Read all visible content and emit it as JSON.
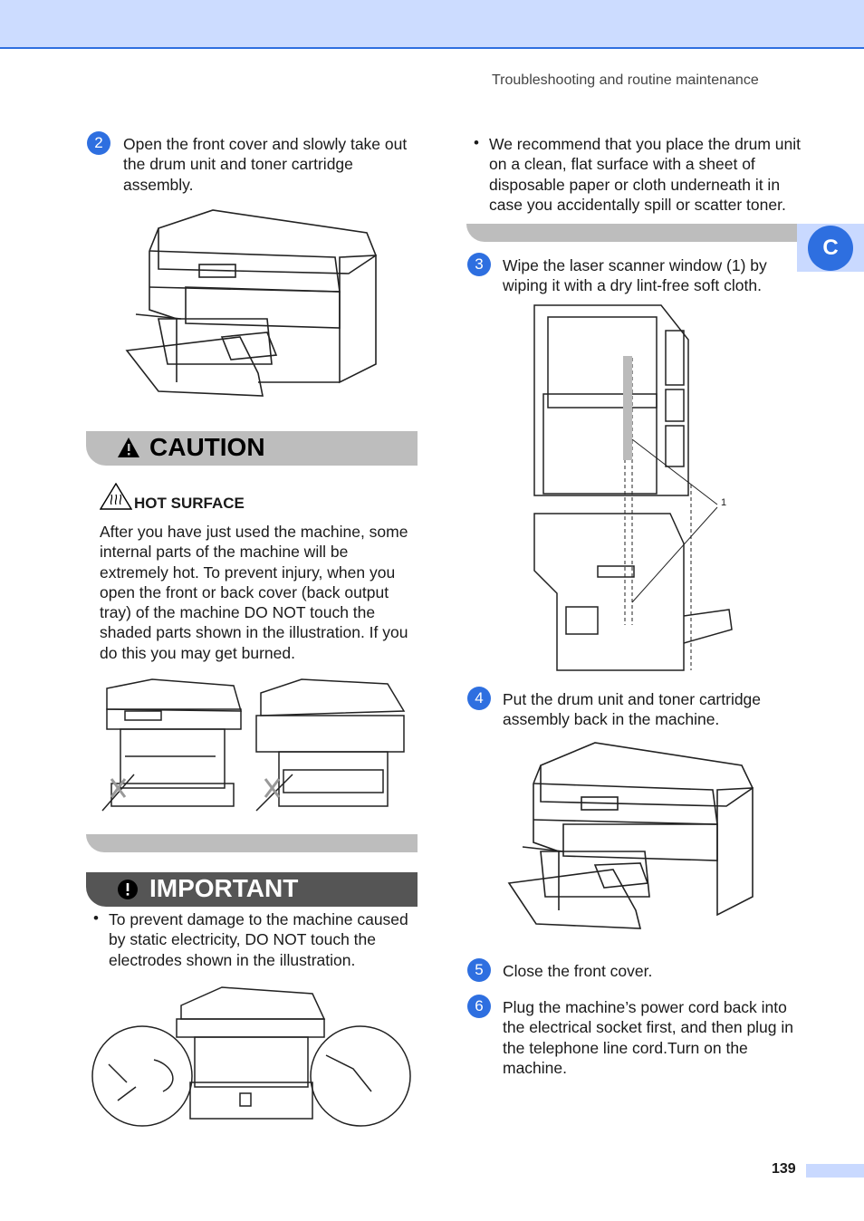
{
  "header": {
    "title": "Troubleshooting and routine maintenance"
  },
  "side_tab": {
    "letter": "C"
  },
  "left": {
    "step2": {
      "num": "2",
      "text": "Open the front cover and slowly take out the drum unit and toner cartridge assembly."
    },
    "caution": {
      "title": "CAUTION",
      "subhead": "HOT SURFACE",
      "body": "After you have just used the machine, some internal parts of the machine will be extremely hot. To prevent injury, when you open the front or back cover (back output tray) of the machine DO NOT touch the shaded parts shown in the illustration. If you do this you may get burned."
    },
    "important": {
      "title": "IMPORTANT",
      "bullet": "To prevent damage to the machine caused by static electricity, DO NOT touch the electrodes shown in the illustration."
    }
  },
  "right": {
    "bullet_recommend": "We recommend that you place the drum unit on a clean, flat surface with a sheet of disposable paper or cloth underneath it in case you accidentally spill or scatter toner.",
    "step3": {
      "num": "3",
      "text": "Wipe the laser scanner window (1) by wiping it with a dry lint-free soft cloth."
    },
    "callout_label": "1",
    "step4": {
      "num": "4",
      "text": "Put the drum unit and toner cartridge assembly back in the machine."
    },
    "step5": {
      "num": "5",
      "text": "Close the front cover."
    },
    "step6": {
      "num": "6",
      "text": "Plug the machine’s power cord back into the electrical socket first, and then plug in the telephone line cord.Turn on the machine."
    }
  },
  "footer": {
    "page_number": "139"
  },
  "colors": {
    "accent": "#2e6fe0",
    "header_band": "#ccdcff",
    "banner_grey": "#bdbdbd",
    "banner_dark": "#555555"
  }
}
